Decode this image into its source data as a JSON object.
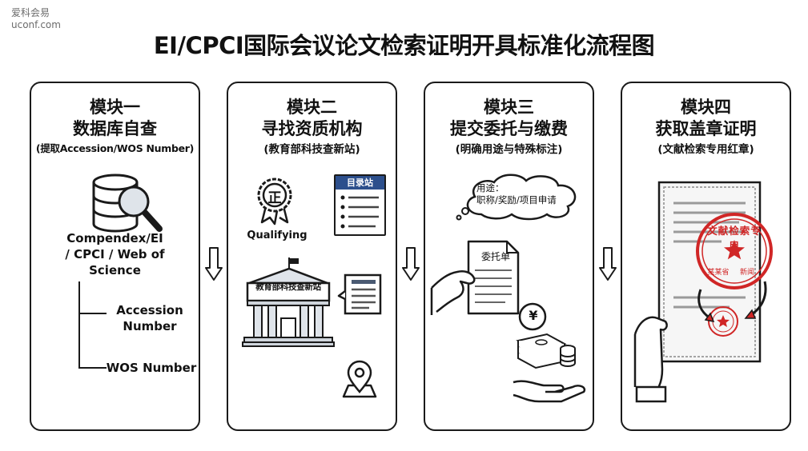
{
  "watermark": {
    "line1": "爱科会易",
    "line2": "uconf.com"
  },
  "title": "EI/CPCI国际会议论文检索证明开具标准化流程图",
  "modules": [
    {
      "label": "模块一",
      "heading": "数据库自查",
      "subtitle": "(提取Accession/WOS Number)",
      "db_names": [
        "Compendex/EI",
        "/ CPCI / Web of",
        "Science"
      ],
      "fields": [
        "Accession",
        "Number",
        "WOS Number"
      ]
    },
    {
      "label": "模块二",
      "heading": "寻找资质机构",
      "subtitle": "(教育部科技查新站)",
      "badge_char": "正",
      "badge_caption": "Qualifying",
      "list_header": "目录站",
      "building_sign": "教育部科技查新站"
    },
    {
      "label": "模块三",
      "heading": "提交委托与缴费",
      "subtitle": "(明确用途与特殊标注)",
      "bubble": [
        "用途：",
        "职称/奖励/项目申请"
      ],
      "form_title": "委托单",
      "currency": "¥"
    },
    {
      "label": "模块四",
      "heading": "获取盖章证明",
      "subtitle": "(文献检索专用红章)",
      "seal_text": "文献检索专用",
      "seal_region": [
        "某某省",
        "新闻"
      ]
    }
  ],
  "colors": {
    "seal_red": "#d02626",
    "header_blue": "#2c4f8c",
    "stroke": "#1a1a1a"
  },
  "icons": [
    "database-magnifier-icon",
    "certificate-badge-icon",
    "directory-list-icon",
    "government-building-icon",
    "document-list-icon",
    "location-pin-icon",
    "cloud-speech-icon",
    "hand-holding-form-icon",
    "money-stack-icon",
    "hand-receiving-icon",
    "certificate-document-icon",
    "red-seal-icon"
  ]
}
